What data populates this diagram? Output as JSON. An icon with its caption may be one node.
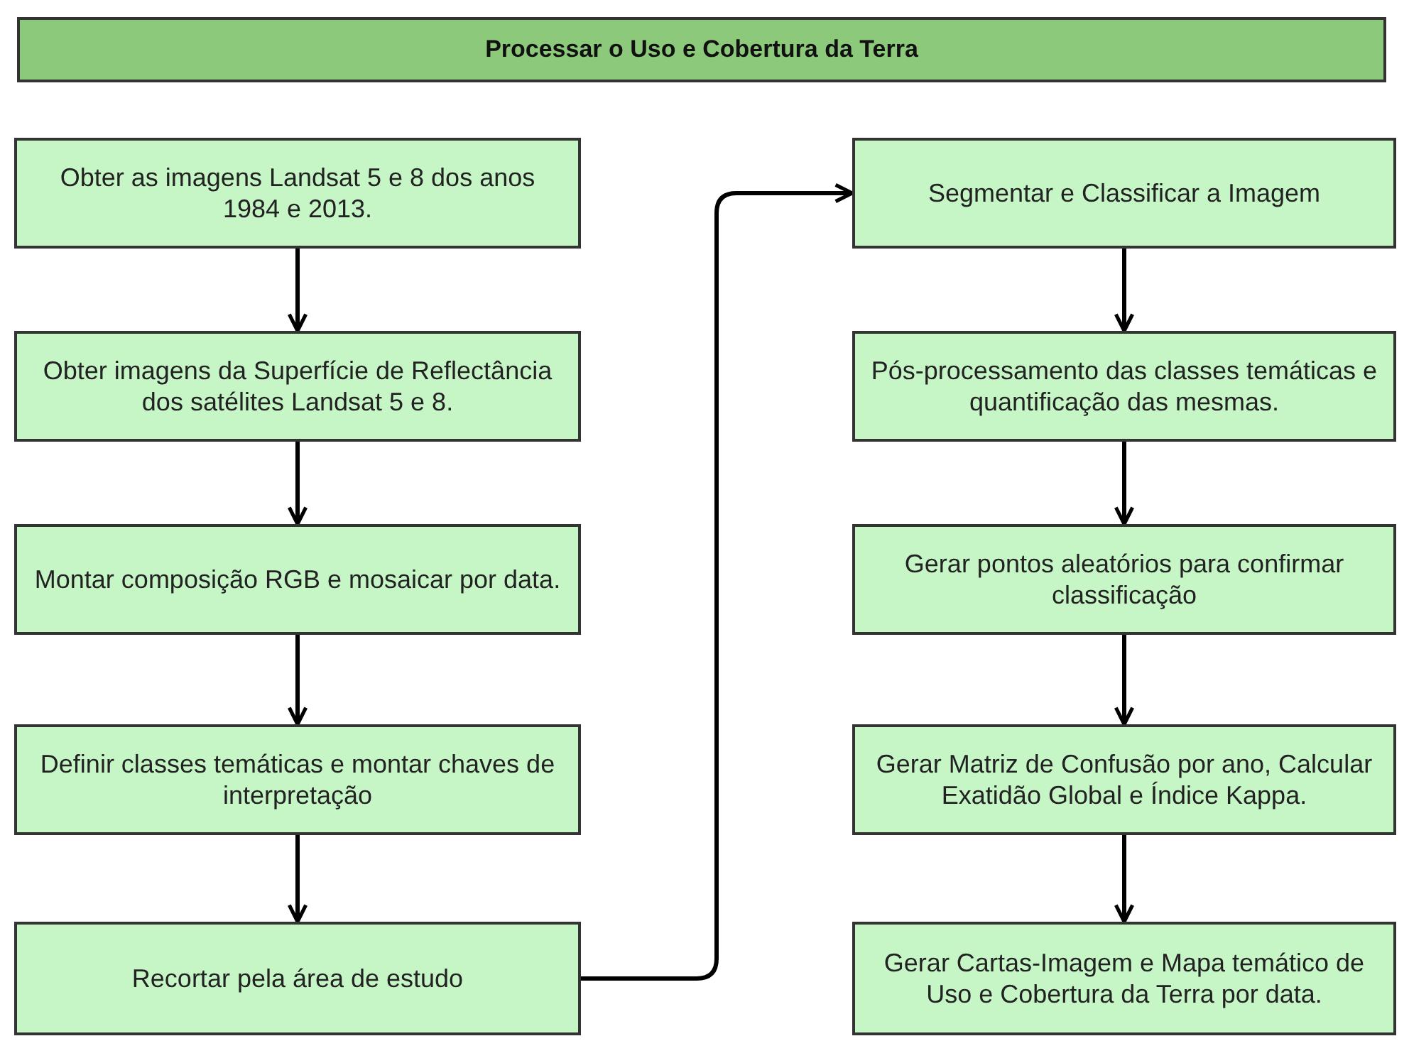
{
  "diagram": {
    "title": "Processar o Uso e Cobertura da Terra",
    "nodes": [
      {
        "text": [
          "Obter as imagens Landsat 5 e 8 dos anos 1984 e 2013."
        ]
      },
      {
        "text": [
          "Obter imagens da Superfície de Reflectância dos satélites Landsat 5 e 8."
        ]
      },
      {
        "text": [
          "Montar composição RGB e mosaicar por data."
        ]
      },
      {
        "text": [
          "Definir classes temáticas e montar chaves de interpretação"
        ]
      },
      {
        "text": [
          "Recortar pela área de estudo"
        ]
      },
      {
        "text": [
          "Segmentar e Classificar a Imagem"
        ]
      },
      {
        "text": [
          "Pós-processamento das classes temáticas e quantificação das mesmas."
        ]
      },
      {
        "text": [
          "Gerar pontos aleatórios para confirmar classificação"
        ]
      },
      {
        "text": [
          "Gerar Matriz de Confusão por ano, Calcular Exatidão Global e Índice Kappa."
        ]
      },
      {
        "text": [
          "Gerar Cartas-Imagem e Mapa temático de Uso e Cobertura da Terra por data."
        ]
      }
    ],
    "edges": [
      {
        "from": 0,
        "to": 1,
        "arrow": "to"
      },
      {
        "from": 1,
        "to": 2,
        "arrow": "to"
      },
      {
        "from": 2,
        "to": 3,
        "arrow": "to"
      },
      {
        "from": 3,
        "to": 4,
        "arrow": "to"
      },
      {
        "from": 4,
        "to": 5,
        "arrow": "to"
      },
      {
        "from": 5,
        "to": 6,
        "arrow": "to"
      },
      {
        "from": 6,
        "to": 7,
        "arrow": "to"
      },
      {
        "from": 7,
        "to": 8,
        "arrow": "to"
      },
      {
        "from": 8,
        "to": 9,
        "arrow": "to"
      }
    ]
  }
}
